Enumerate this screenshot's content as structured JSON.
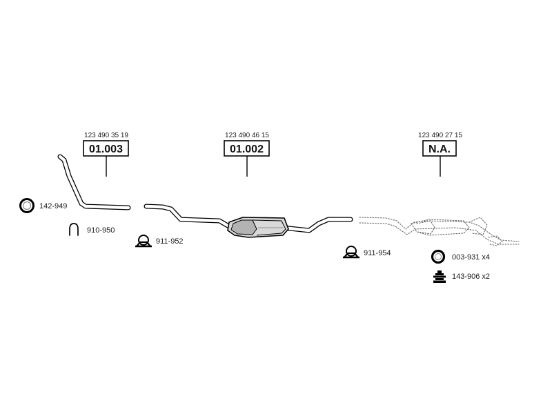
{
  "assemblies": [
    {
      "key": "front",
      "ref_number": "123 490 35 19",
      "code": "01.003"
    },
    {
      "key": "middle",
      "ref_number": "123 490 46 15",
      "code": "01.002"
    },
    {
      "key": "rear",
      "ref_number": "123 490 27 15",
      "code": "N.A."
    }
  ],
  "accessories": {
    "gasket_ring": "142-949",
    "u_bolt": "910-950",
    "clamp_1": "911-952",
    "clamp_2": "911-954",
    "rubber_ring": "003-931 x4",
    "rubber_mount": "143-906 x2"
  },
  "icons": {
    "gasket_ring": "ring-gasket-icon",
    "u_bolt": "u-bolt-icon",
    "clamp_1": "clamp-icon",
    "clamp_2": "clamp-icon",
    "rubber_ring": "rubber-ring-icon",
    "rubber_mount": "rubber-mount-icon"
  },
  "colors": {
    "line": "#000000",
    "not_available_part": "#6a6a6a",
    "background": "#ffffff"
  }
}
